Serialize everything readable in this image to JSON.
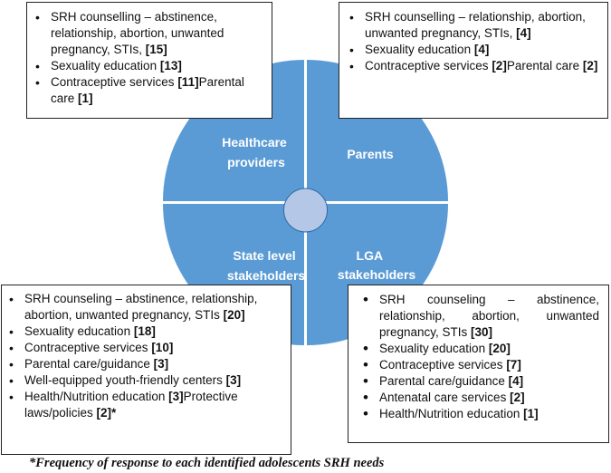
{
  "colors": {
    "quadrant": "#5b9bd5",
    "center": "#b4c7e7",
    "center_border": "#2e6aa8",
    "label": "#ffffff"
  },
  "quadrants": {
    "healthcare": "Healthcare providers",
    "parents": "Parents",
    "state": "State level stakeholders",
    "lga": "LGA stakeholders"
  },
  "boxes": {
    "healthcare": [
      {
        "text": "SRH counselling – abstinence, relationship, abortion, unwanted pregnancy, STIs, ",
        "count": "[15]"
      },
      {
        "text": "Sexuality education ",
        "count": "[13]"
      },
      {
        "text": "Contraceptive  services ",
        "count": "[11]",
        "text2": "Parental care ",
        "count2": "[1]"
      }
    ],
    "parents": [
      {
        "text": "SRH counselling – relationship, abortion, unwanted pregnancy, STIs, ",
        "count": "[4]"
      },
      {
        "text": "Sexuality education ",
        "count": "[4]"
      },
      {
        "text": "Contraceptive  services ",
        "count": "[2]",
        "text2": "Parental care ",
        "count2": "[2]"
      }
    ],
    "state": [
      {
        "text": "SRH counseling – abstinence, relationship, abortion, unwanted pregnancy, STIs  ",
        "count": "[20]"
      },
      {
        "text": "Sexuality education ",
        "count": "[18]"
      },
      {
        "text": "Contraceptive services ",
        "count": "[10]"
      },
      {
        "text": "Parental care/guidance ",
        "count": "[3]"
      },
      {
        "text": "Well-equipped youth-friendly centers ",
        "count": "[3]"
      },
      {
        "text": "Health/Nutrition education ",
        "count": "[3]",
        "text2": "Protective laws/policies ",
        "count2": "[2]*"
      }
    ],
    "lga": [
      {
        "text": "SRH counseling – abstinence, relationship, abortion, unwanted pregnancy, STIs  ",
        "count": "[30]"
      },
      {
        "text": "Sexuality education ",
        "count": "[20]"
      },
      {
        "text": "Contraceptive services ",
        "count": "[7]"
      },
      {
        "text": "Parental care/guidance ",
        "count": "[4]"
      },
      {
        "text": "Antenatal care services ",
        "count": "[2]"
      },
      {
        "text": "Health/Nutrition education ",
        "count": "[1]"
      }
    ]
  },
  "footnote": "*Frequency of response to each identified adolescents SRH needs"
}
